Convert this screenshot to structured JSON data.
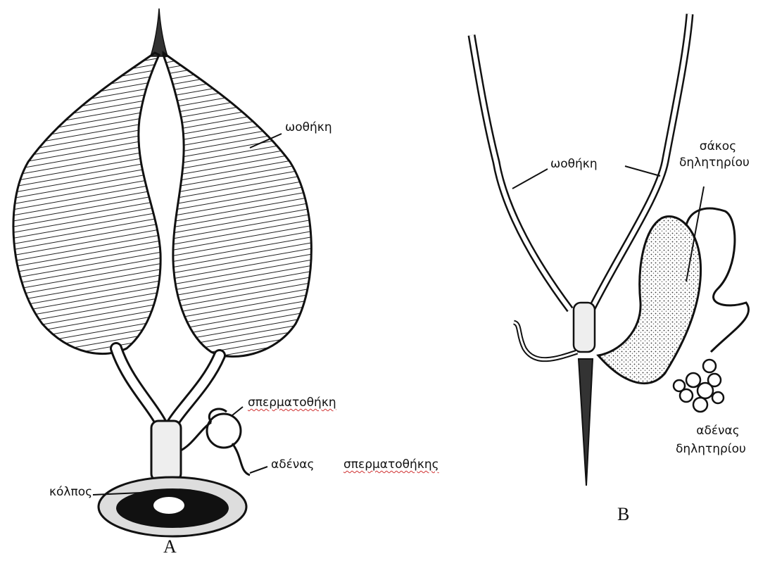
{
  "diagram": {
    "panel_a": {
      "letter": "A",
      "labels": {
        "ovary": "ωοθήκη",
        "spermatheca": "σπερματοθήκη",
        "spermatheca_gland_1": "αδένας",
        "spermatheca_gland_2": "σπερματοθήκης",
        "vagina": "κόλπος"
      }
    },
    "panel_b": {
      "letter": "B",
      "labels": {
        "ovary": "ωοθήκη",
        "venom_sac_1": "σάκος",
        "venom_sac_2": "δηλητηρίου",
        "venom_gland_1": "αδένας",
        "venom_gland_2": "δηλητηρίου"
      }
    }
  }
}
